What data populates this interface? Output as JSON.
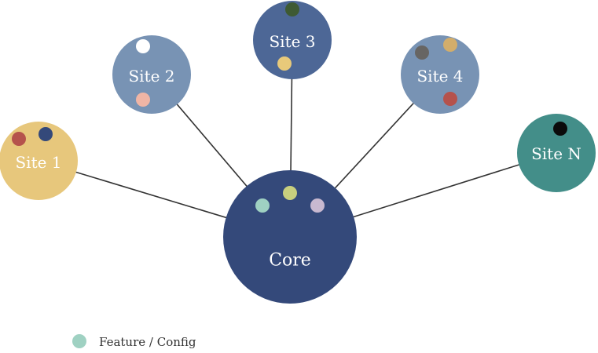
{
  "diagram": {
    "hub": {
      "label": "Core",
      "color": "#34497A",
      "features": [
        "#9FD1C2",
        "#C8CF7E",
        "#C8B9D0"
      ]
    },
    "sites": [
      {
        "label": "Site 1",
        "color": "#E7C77C",
        "features": [
          "#B5524C",
          "#34497A"
        ]
      },
      {
        "label": "Site 2",
        "color": "#7893B4",
        "features": [
          "#FFFFFF",
          "#F0B5A5"
        ]
      },
      {
        "label": "Site 3",
        "color": "#4D6796",
        "features": [
          "#3E5A33",
          "#E8C97A"
        ]
      },
      {
        "label": "Site 4",
        "color": "#7893B4",
        "features": [
          "#676563",
          "#D2AD6B",
          "#B5524C"
        ]
      },
      {
        "label": "Site N",
        "color": "#438E89",
        "features": [
          "#0B0B0B"
        ]
      }
    ],
    "edge_color": "#333333"
  },
  "legend": {
    "label": "Feature / Config",
    "color": "#9FD1C2"
  }
}
